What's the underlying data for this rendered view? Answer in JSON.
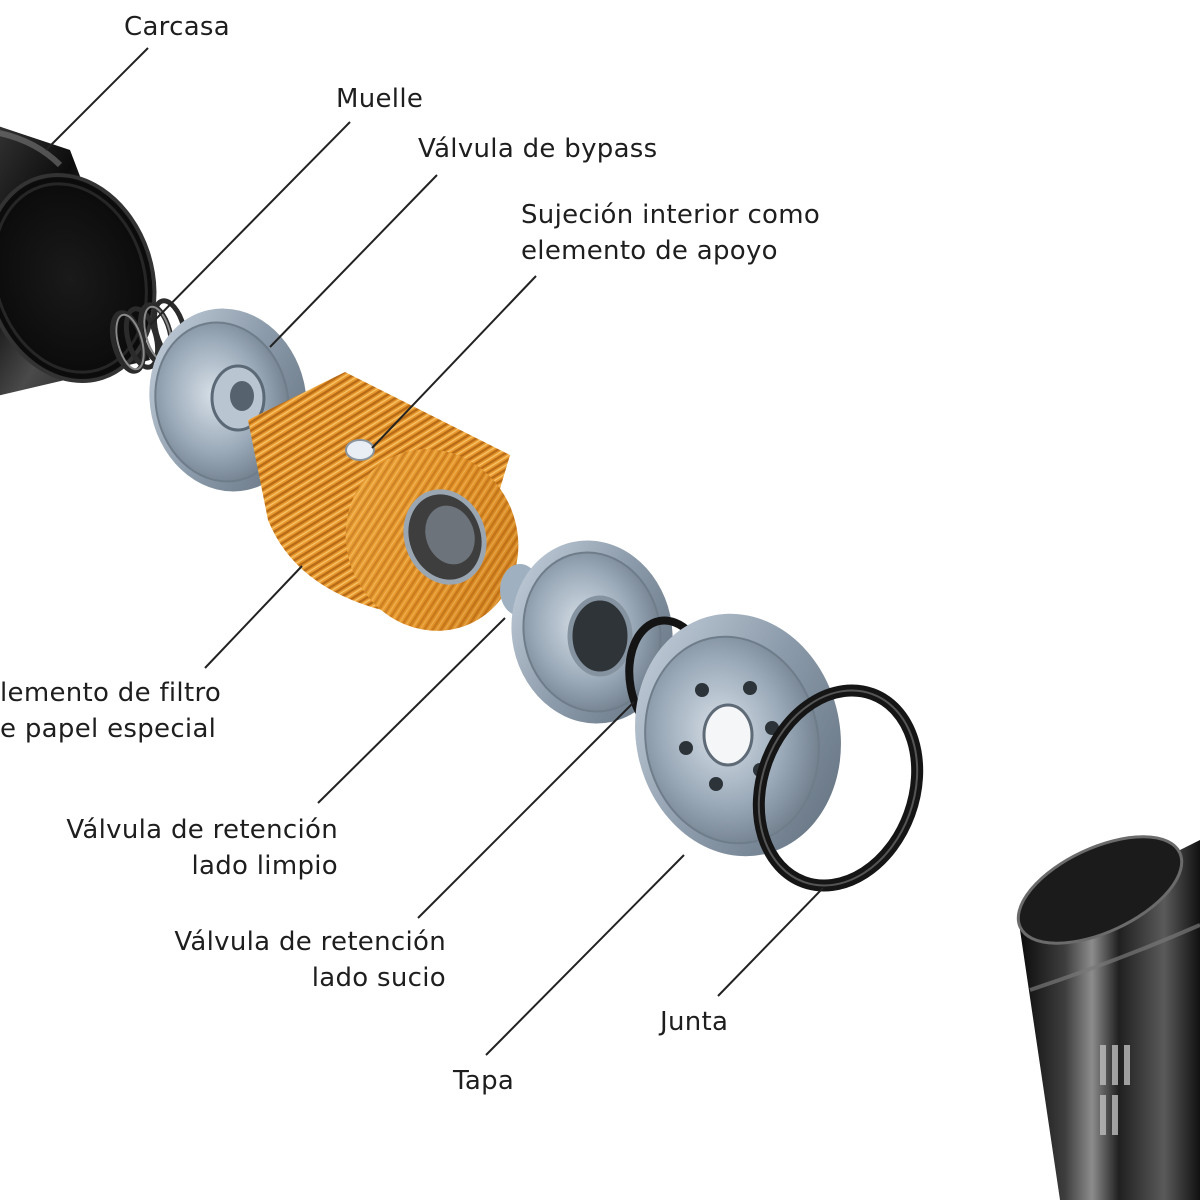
{
  "labels": {
    "carcasa": "Carcasa",
    "muelle": "Muelle",
    "valvula_bypass": "Válvula de bypass",
    "sujecion_line1": "Sujeción interior como",
    "sujecion_line2": "elemento de apoyo",
    "elemento_line1": "lemento de filtro",
    "elemento_line2": "e papel especial",
    "retencion_limpio_line1": "Válvula de retención",
    "retencion_limpio_line2": "lado limpio",
    "retencion_sucio_line1": "Válvula de retención",
    "retencion_sucio_line2": "lado sucio",
    "junta": "Junta",
    "tapa": "Tapa"
  },
  "colors": {
    "housing": "#141414",
    "metal": "#9aa9b8",
    "filter_paper": "#e59a2c",
    "gasket": "#1b1b1b",
    "leader_line": "#222222"
  }
}
